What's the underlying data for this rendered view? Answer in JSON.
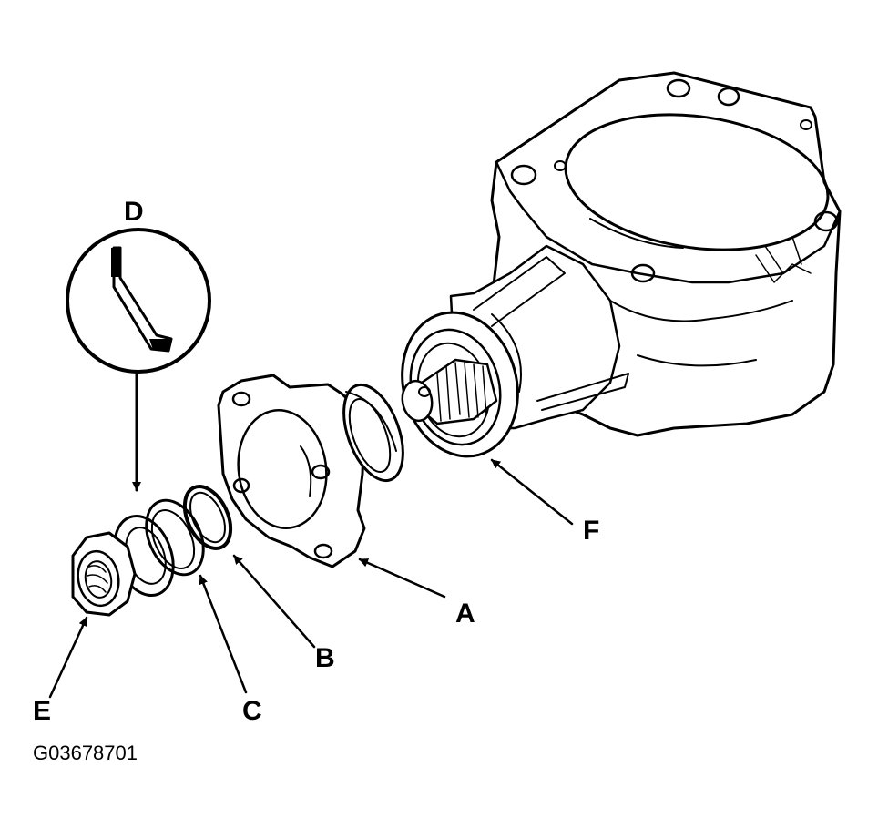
{
  "labels": {
    "a": "A",
    "b": "B",
    "c": "C",
    "d": "D",
    "e": "E",
    "f": "F"
  },
  "figure_id": "G03678701",
  "colors": {
    "ink": "#000000",
    "paper": "#ffffff"
  }
}
